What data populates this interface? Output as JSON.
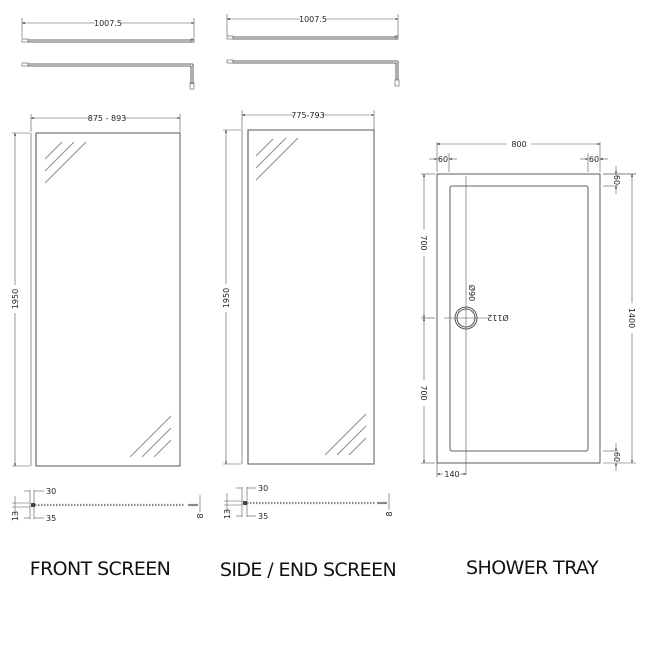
{
  "front_screen": {
    "title": "FRONT SCREEN",
    "support_bar_length": "1007.5",
    "width_range": "875 - 893",
    "height": "1950",
    "profile": {
      "top_dim": "30",
      "bottom_dim": "35",
      "left_dim": "13",
      "right_dim": "8"
    }
  },
  "side_screen": {
    "title": "SIDE / END SCREEN",
    "support_bar_length": "1007.5",
    "width_range": "775-793",
    "height": "1950",
    "profile": {
      "top_dim": "30",
      "bottom_dim": "35",
      "left_dim": "13",
      "right_dim": "8"
    }
  },
  "shower_tray": {
    "title": "SHOWER TRAY",
    "width": "800",
    "left_rim": "60",
    "right_rim": "60",
    "top_rim": "60",
    "bottom_rim": "60",
    "length": "1400",
    "upper_half": "700",
    "lower_half": "700",
    "waste_inner_dia": "Ø90",
    "waste_outer_dia": "Ø112",
    "waste_offset": "140"
  }
}
